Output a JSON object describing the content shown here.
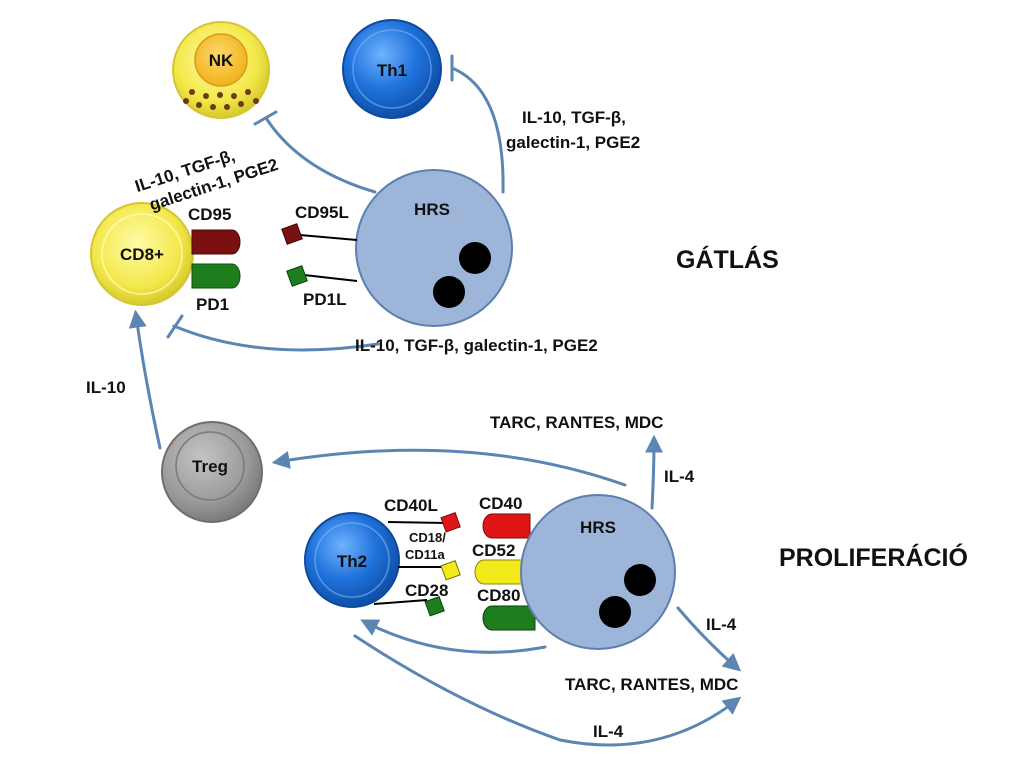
{
  "sections": {
    "inhibition": "GÁTLÁS",
    "proliferation": "PROLIFERÁCIÓ"
  },
  "cells": {
    "nk": "NK",
    "th1": "Th1",
    "cd8": "CD8+",
    "hrs_top": "HRS",
    "treg": "Treg",
    "th2": "Th2",
    "hrs_bottom": "HRS"
  },
  "molecules": {
    "cd95": "CD95",
    "pd1": "PD1",
    "cd95l": "CD95L",
    "pd1l": "PD1L",
    "cd40l": "CD40L",
    "cd40": "CD40",
    "cd18_line1": "CD18/",
    "cd18_line2": "CD11a",
    "cd52": "CD52",
    "cd28": "CD28",
    "cd80": "CD80"
  },
  "signals": {
    "nk_line1": "IL-10, TGF-β,",
    "nk_line2": "galectin-1, PGE2",
    "th1_line1": "IL-10, TGF-β,",
    "th1_line2": "galectin-1, PGE2",
    "cd8_inhib": "IL-10, TGF-β, galectin-1, PGE2",
    "treg_il10": "IL-10",
    "tarc_top": "TARC, RANTES, MDC",
    "il4_up": "IL-4",
    "il4_right": "IL-4",
    "tarc_bottom": "TARC, RANTES, MDC",
    "il4_bottom": "IL-4"
  },
  "colors": {
    "arrow": "#5b86b4",
    "hrs": "#9db5d8",
    "cd8": "#f3e84a",
    "nk": "#f2e33a",
    "th_blue": "#1a6fd9",
    "treg": "#9a9a9a",
    "cd95_receptor": "#7a1010",
    "pd1_receptor": "#1e7e1e",
    "cd40_receptor": "#e01616",
    "cd52_receptor": "#f2ea1a",
    "cd80_receptor": "#1e7e1e"
  }
}
